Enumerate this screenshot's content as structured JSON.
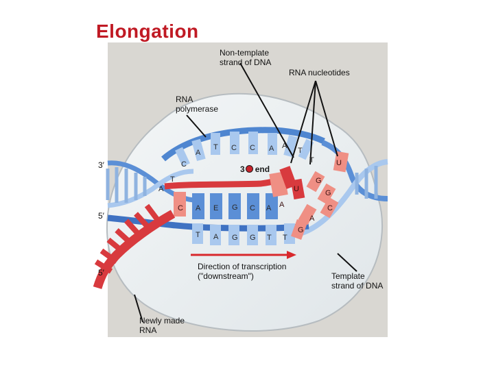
{
  "title": "Elongation",
  "labels": {
    "non_template": "Non-template\nstrand of DNA",
    "rna_nucleotides": "RNA nucleotides",
    "rna_polymerase": "RNA\npolymerase",
    "three_end": "3",
    "three_end_suffix": "end",
    "direction": "Direction of transcription\n(\"downstream\")",
    "template_strand": "Template\nstrand of DNA",
    "newly_made_rna": "Newly made\nRNA",
    "prime_3_left": "3′",
    "prime_5_mid": "5′",
    "prime_5_low": "5′"
  },
  "bases": {
    "nontemplate_top": [
      "A",
      "T",
      "C",
      "C",
      "A",
      "A",
      "T",
      "T"
    ],
    "left_lower": [
      "C",
      "T",
      "A"
    ],
    "template_upper": [
      "C",
      "A",
      "E",
      "G",
      "C",
      "A"
    ],
    "template_lower": [
      "T",
      "A",
      "G",
      "G",
      "T",
      "T"
    ],
    "free_nucleotides": [
      "U",
      "G",
      "U",
      "G",
      "A",
      "C",
      "A",
      "G"
    ]
  },
  "colors": {
    "title": "#c01a24",
    "panel_bg": "#d9d7d2",
    "bubble": "#eef1f2",
    "dna_blue": "#5b8fd6",
    "dna_light": "#a9c8ee",
    "rna_red": "#d83a3e",
    "rna_light": "#ef8f84",
    "arrow": "#d8282c"
  }
}
